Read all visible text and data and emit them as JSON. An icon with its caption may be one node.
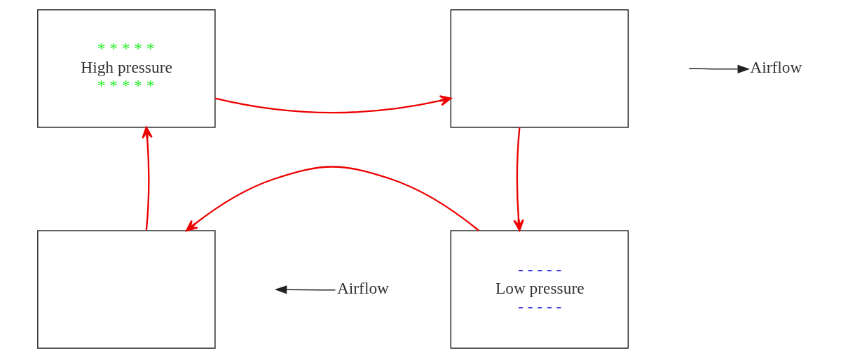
{
  "diagram": {
    "nodes": [
      {
        "text": [
          "* * * * *",
          "High pressure",
          "* * * * *"
        ]
      },
      {
        "text": [],
        "shape": "box"
      },
      {
        "text": [
          "Airflow"
        ]
      },
      {
        "text": [],
        "shape": "box"
      },
      {
        "text": [
          "Airflow"
        ]
      },
      {
        "text": [
          "- - - - -",
          "Low pressure",
          "- - - - -"
        ]
      }
    ],
    "edges": [
      {
        "from": 0,
        "to": 1,
        "arrow": "to"
      },
      {
        "from": 1,
        "to": 5,
        "arrow": "to"
      },
      {
        "from": 5,
        "to": 3,
        "arrow": "to"
      },
      {
        "from": 3,
        "to": 0,
        "arrow": "to"
      },
      {
        "from": null,
        "to": 2,
        "arrow": "to",
        "color": "#222222"
      },
      {
        "from": 4,
        "to": null,
        "arrow": "to",
        "color": "#222222"
      }
    ]
  }
}
